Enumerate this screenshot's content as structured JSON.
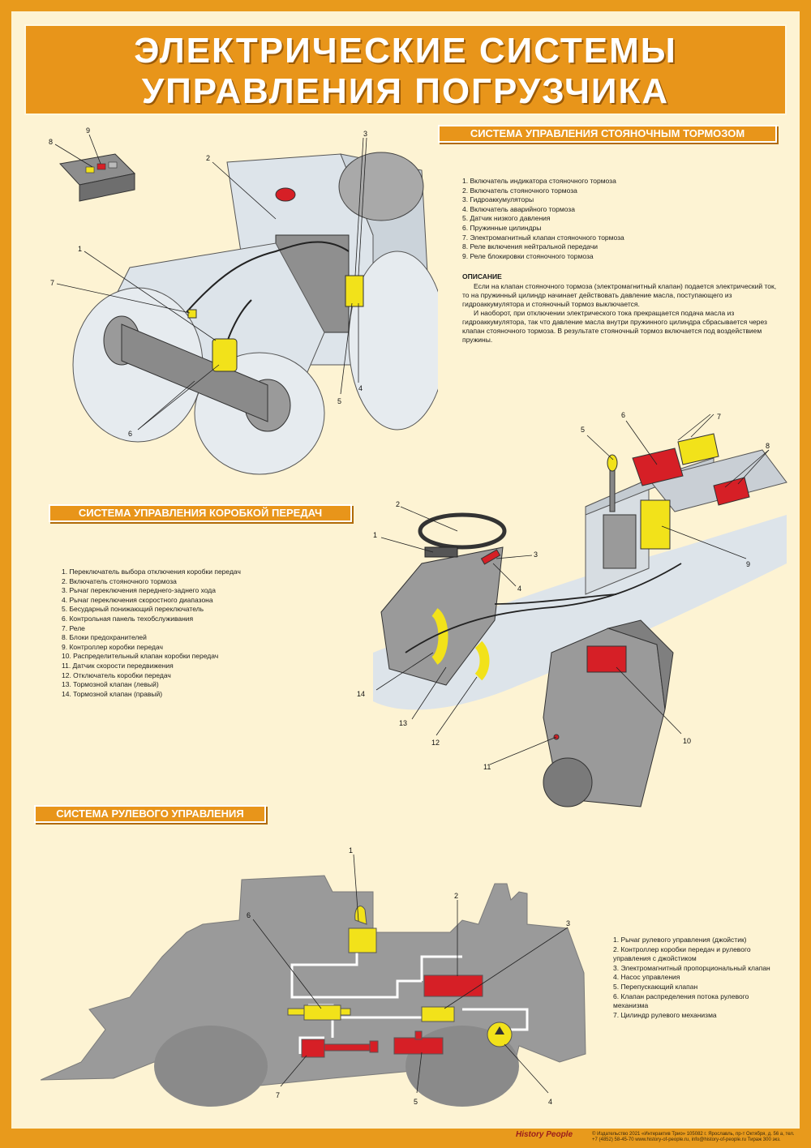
{
  "title": {
    "line1": "ЭЛЕКТРИЧЕСКИЕ СИСТЕМЫ",
    "line2": "УПРАВЛЕНИЯ ПОГРУЗЧИКА"
  },
  "parking_brake": {
    "heading": "СИСТЕМА УПРАВЛЕНИЯ СТОЯНОЧНЫМ ТОРМОЗОМ",
    "legend": [
      "1. Включатель индикатора стояночного тормоза",
      "2. Включатель стояночного тормоза",
      "3. Гидроаккумуляторы",
      "4. Включатель аварийного тормоза",
      "5. Датчик низкого давления",
      "6. Пружинные цилиндры",
      "7. Электромагнитный клапан стояночного тормоза",
      "8. Реле включения нейтральной передачи",
      "9. Реле блокировки стояночного тормоза"
    ],
    "description_title": "ОПИСАНИЕ",
    "description": [
      "Если на клапан стояночного тормоза (электромагнитный клапан) подается электрический ток, то на пружинный цилиндр начинает действовать давление масла, поступающего из гидроаккумулятора и стояночный тормоз выключается.",
      "И наоборот, при отключении электрического тока прекращается подача масла из гидроаккумулятора, так что давление масла внутри пружинного цилиндра сбрасывается через клапан стояночного тормоза. В результате стояночный тормоз включается под воздействием пружины."
    ],
    "callouts": [
      "1",
      "2",
      "3",
      "4",
      "5",
      "6",
      "7",
      "8",
      "9"
    ]
  },
  "transmission": {
    "heading": "СИСТЕМА УПРАВЛЕНИЯ КОРОБКОЙ ПЕРЕДАЧ",
    "legend": [
      "1. Переключатель выбора отключения коробки передач",
      "2. Включатель стояночного тормоза",
      "3. Рычаг переключения переднего-заднего хода",
      "4. Рычаг переключения скоростного диапазона",
      "5. Бесударный понижающий переключатель",
      "6. Контрольная панель техобслуживания",
      "7. Реле",
      "8. Блоки предохранителей",
      "9. Контроллер коробки передач",
      "10. Распределительный клапан коробки передач",
      "11. Датчик скорости передвижения",
      "12. Отключатель коробки передач",
      "13. Тормозной клапан (левый)",
      "14. Тормозной клапан (правый)"
    ],
    "callouts": [
      "1",
      "2",
      "3",
      "4",
      "5",
      "6",
      "7",
      "8",
      "9",
      "10",
      "11",
      "12",
      "13",
      "14"
    ]
  },
  "steering": {
    "heading": "СИСТЕМА РУЛЕВОГО УПРАВЛЕНИЯ",
    "legend": [
      "1. Рычаг рулевого управления (джойстик)",
      "2. Контроллер коробки передач и рулевого управления с джойстиком",
      "3. Электромагнитный пропорциональный клапан",
      "4. Насос управления",
      "5. Перепускающий клапан",
      "6. Клапан распределения потока рулевого механизма",
      "7. Цилиндр рулевого механизма"
    ],
    "callouts": [
      "1",
      "2",
      "3",
      "4",
      "5",
      "6",
      "7"
    ]
  },
  "footer": {
    "brand": "History People",
    "imprint": "© Издательство 2021 «Интерактив Трио» 105082 г. Ярославль, пр-т Октября, д. 56 а, тел. +7 (4852) 58-45-70 www.history-of-people.ru, info@history-of-people.ru Тираж 300 экз."
  },
  "colors": {
    "frame": "#e89a1c",
    "background": "#fdf3d3",
    "machine_gray": "#9a9a9a",
    "machine_light": "#dde4ea",
    "highlight_yellow": "#f2e21a",
    "highlight_red": "#d61f26"
  }
}
